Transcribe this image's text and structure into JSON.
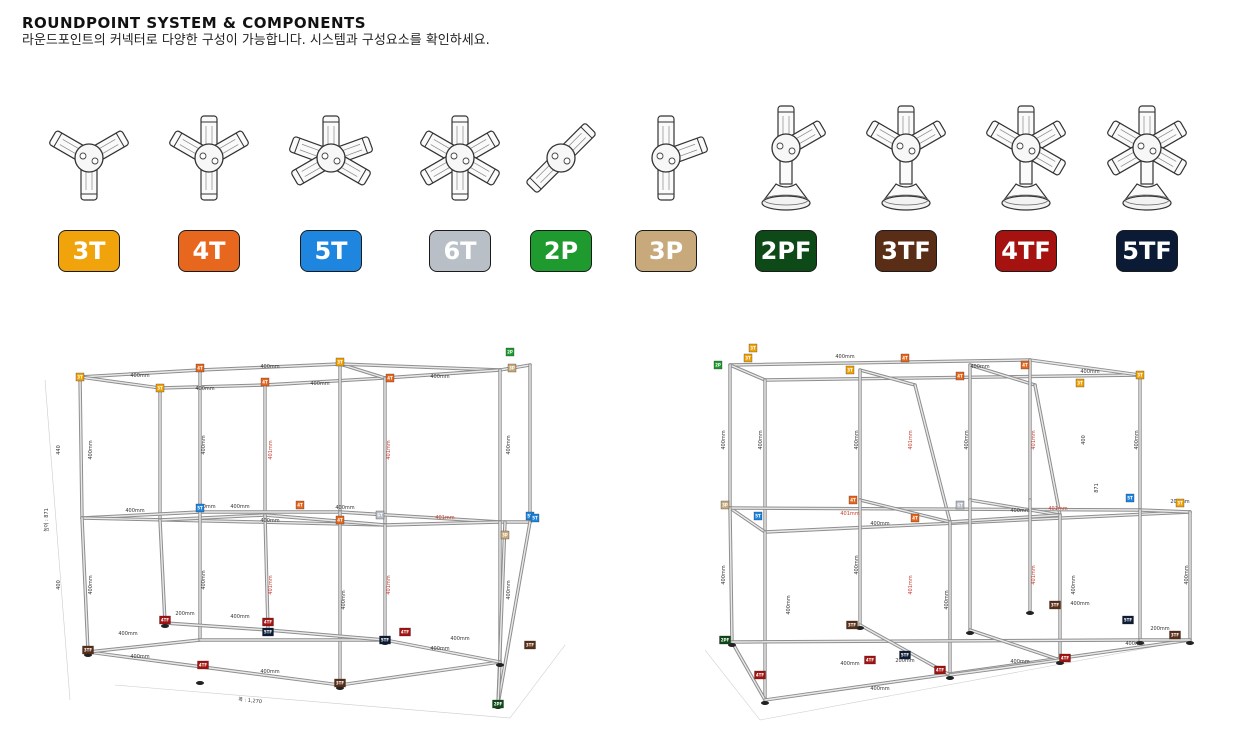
{
  "header": {
    "title": "ROUNDPOINT SYSTEM & COMPONENTS",
    "subtitle": "라운드포인트의 커넥터로 다양한 구성이 가능합니다. 시스템과 구성요소를 확인하세요."
  },
  "components": [
    {
      "code": "3T",
      "color": "#F0A30A",
      "icon": "3t-connector-icon"
    },
    {
      "code": "4T",
      "color": "#E8671E",
      "icon": "4t-connector-icon"
    },
    {
      "code": "5T",
      "color": "#1F86E0",
      "icon": "5t-connector-icon"
    },
    {
      "code": "6T",
      "color": "#B9BFC6",
      "icon": "6t-connector-icon"
    },
    {
      "code": "2P",
      "color": "#1E9A2E",
      "icon": "2p-connector-icon"
    },
    {
      "code": "3P",
      "color": "#C8A97C",
      "icon": "3p-connector-icon"
    },
    {
      "code": "2PF",
      "color": "#0E4A17",
      "icon": "2pf-foot-connector-icon"
    },
    {
      "code": "3TF",
      "color": "#5A2E16",
      "icon": "3tf-foot-connector-icon"
    },
    {
      "code": "4TF",
      "color": "#A5120F",
      "icon": "4tf-foot-connector-icon"
    },
    {
      "code": "5TF",
      "color": "#0B1B36",
      "icon": "5tf-foot-connector-icon"
    }
  ],
  "left_frame": {
    "dim": "400mm",
    "dim_red": "401mm",
    "dim_small": "200mm",
    "side_label": "높이 : 871",
    "bottom_label": "폭 : 1,270",
    "upper_h": "440",
    "lower_h": "400",
    "tags": [
      "3T",
      "4T",
      "3T",
      "3T",
      "4T",
      "2P",
      "3P",
      "4T",
      "4T",
      "5T",
      "6T",
      "4T",
      "5T",
      "5T",
      "3P",
      "4TF",
      "4TF",
      "3TF",
      "5TF",
      "4TF",
      "3TF",
      "5TF",
      "4TF",
      "2PF",
      "3TF"
    ]
  },
  "right_frame": {
    "dim": "400mm",
    "dim_red": "401mm",
    "dim_small": "200mm",
    "side_label": "871",
    "upper_h": "400",
    "tags": [
      "3T",
      "3T",
      "2P",
      "4T",
      "4T",
      "4T",
      "3T",
      "3T",
      "3T",
      "3P",
      "5T",
      "6T",
      "4T",
      "5T",
      "4T",
      "3T",
      "2PF",
      "4TF",
      "3TF",
      "4TF",
      "5TF",
      "4TF",
      "3TF",
      "5TF",
      "4TF",
      "3TF"
    ]
  }
}
